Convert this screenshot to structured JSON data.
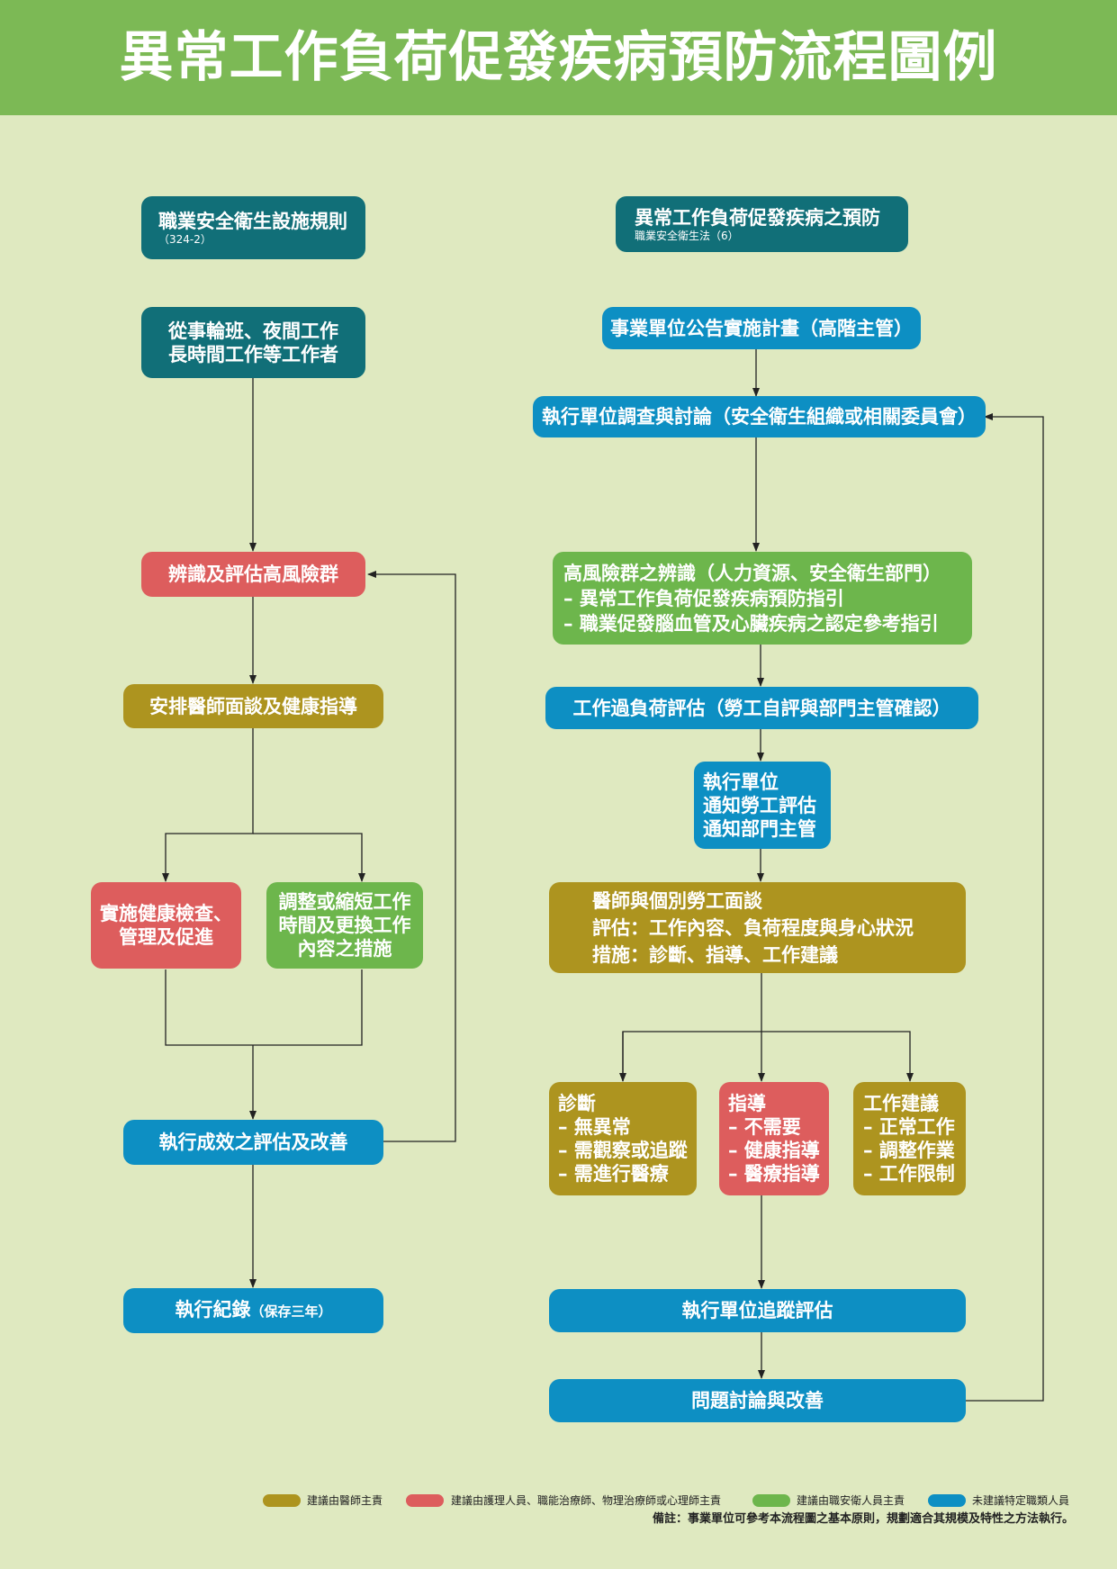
{
  "title": "異常工作負荷促發疾病預防流程圖例",
  "colors": {
    "teal": "#116f78",
    "blue": "#0d8fc3",
    "red": "#dd5d5d",
    "olive": "#ad941f",
    "green": "#6db64c",
    "header": "#7cb955",
    "background": "#dfe9c0"
  },
  "left": {
    "regulation_title": "職業安全衛生設施規則",
    "regulation_ref": "（324-2）",
    "target_line1": "從事輪班、夜間工作",
    "target_line2": "長時間工作等工作者",
    "identify": "辨識及評估高風險群",
    "arrange": "安排醫師面談及健康指導",
    "health_line1": "實施健康檢查、",
    "health_line2": "管理及促進",
    "adjust_line1": "調整或縮短工作",
    "adjust_line2": "時間及更換工作",
    "adjust_line3": "內容之措施",
    "evaluate": "執行成效之評估及改善",
    "record_main": "執行紀錄",
    "record_note": "（保存三年）"
  },
  "right": {
    "law_title": "異常工作負荷促發疾病之預防",
    "law_ref": "職業安全衛生法（6）",
    "announce": "事業單位公告實施計畫（高階主管）",
    "survey": "執行單位調查與討論（安全衛生組織或相關委員會）",
    "highrisk_title": "高風險群之辨識（人力資源、安全衛生部門）",
    "highrisk_item1": "– 異常工作負荷促發疾病預防指引",
    "highrisk_item2": "– 職業促發腦血管及心臟疾病之認定參考指引",
    "overload": "工作過負荷評估（勞工自評與部門主管確認）",
    "notify_line1": "執行單位",
    "notify_line2": "通知勞工評估",
    "notify_line3": "通知部門主管",
    "interview_line1": "醫師與個別勞工面談",
    "interview_line2": "評估：工作內容、負荷程度與身心狀況",
    "interview_line3": "措施：診斷、指導、工作建議",
    "diagnosis": {
      "title": "診斷",
      "items": [
        "– 無異常",
        "– 需觀察或追蹤",
        "– 需進行醫療"
      ]
    },
    "guidance": {
      "title": "指導",
      "items": [
        "– 不需要",
        "– 健康指導",
        "– 醫療指導"
      ]
    },
    "work_advice": {
      "title": "工作建議",
      "items": [
        "– 正常工作",
        "– 調整作業",
        "– 工作限制"
      ]
    },
    "tracking": "執行單位追蹤評估",
    "discussion": "問題討論與改善"
  },
  "legend": [
    {
      "color": "#ad941f",
      "label": "建議由醫師主責"
    },
    {
      "color": "#dd5d5d",
      "label": "建議由護理人員、職能治療師、物理治療師或心理師主責"
    },
    {
      "color": "#6db64c",
      "label": "建議由職安衛人員主責"
    },
    {
      "color": "#0d8fc3",
      "label": "未建議特定職類人員"
    }
  ],
  "note": "備註：事業單位可參考本流程圖之基本原則，規劃適合其規模及特性之方法執行。"
}
